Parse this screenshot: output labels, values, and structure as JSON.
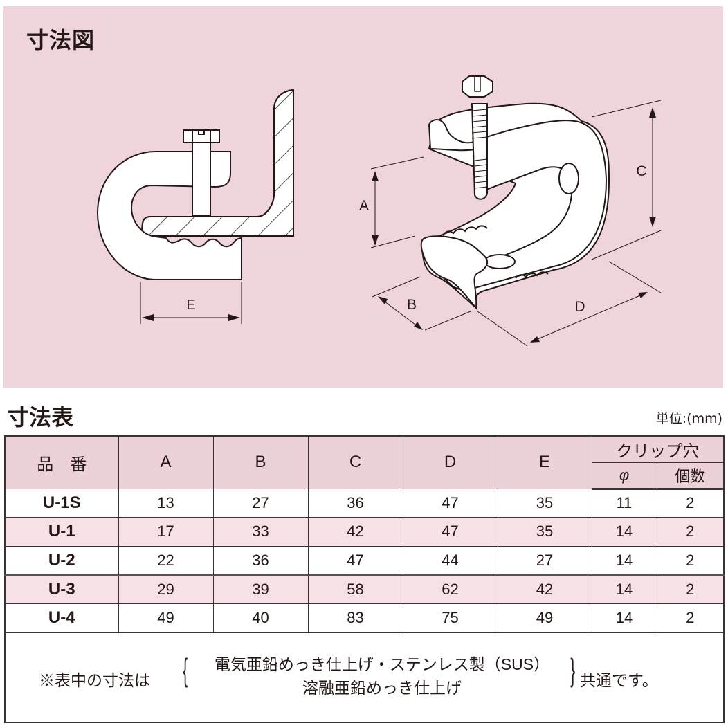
{
  "diagram": {
    "title": "寸法図",
    "side_view_labels": {
      "E": "E"
    },
    "perspective_labels": {
      "A": "A",
      "B": "B",
      "C": "C",
      "D": "D"
    }
  },
  "table": {
    "title": "寸法表",
    "unit": "単位:(mm)",
    "headers": {
      "code": "品　番",
      "A": "A",
      "B": "B",
      "C": "C",
      "D": "D",
      "E": "E",
      "clip_hole": "クリップ穴",
      "phi": "φ",
      "count": "個数"
    },
    "rows": [
      {
        "code": "U-1S",
        "A": "13",
        "B": "27",
        "C": "36",
        "D": "47",
        "E": "35",
        "phi": "11",
        "count": "2"
      },
      {
        "code": "U-1",
        "A": "17",
        "B": "33",
        "C": "42",
        "D": "47",
        "E": "35",
        "phi": "14",
        "count": "2"
      },
      {
        "code": "U-2",
        "A": "22",
        "B": "36",
        "C": "47",
        "D": "44",
        "E": "27",
        "phi": "14",
        "count": "2"
      },
      {
        "code": "U-3",
        "A": "29",
        "B": "39",
        "C": "58",
        "D": "62",
        "E": "42",
        "phi": "14",
        "count": "2"
      },
      {
        "code": "U-4",
        "A": "49",
        "B": "40",
        "C": "83",
        "D": "75",
        "E": "49",
        "phi": "14",
        "count": "2"
      }
    ],
    "note": {
      "prefix": "※表中の寸法は",
      "line1": "電気亜鉛めっき仕上げ・ステンレス製（SUS）",
      "line2": "溶融亜鉛めっき仕上げ",
      "suffix": "共通です。"
    }
  },
  "colors": {
    "panel_bg": "#f0d4dc",
    "header_bg": "#edd1d9",
    "alt_row_bg": "#f5e1e6",
    "line": "#231815"
  }
}
